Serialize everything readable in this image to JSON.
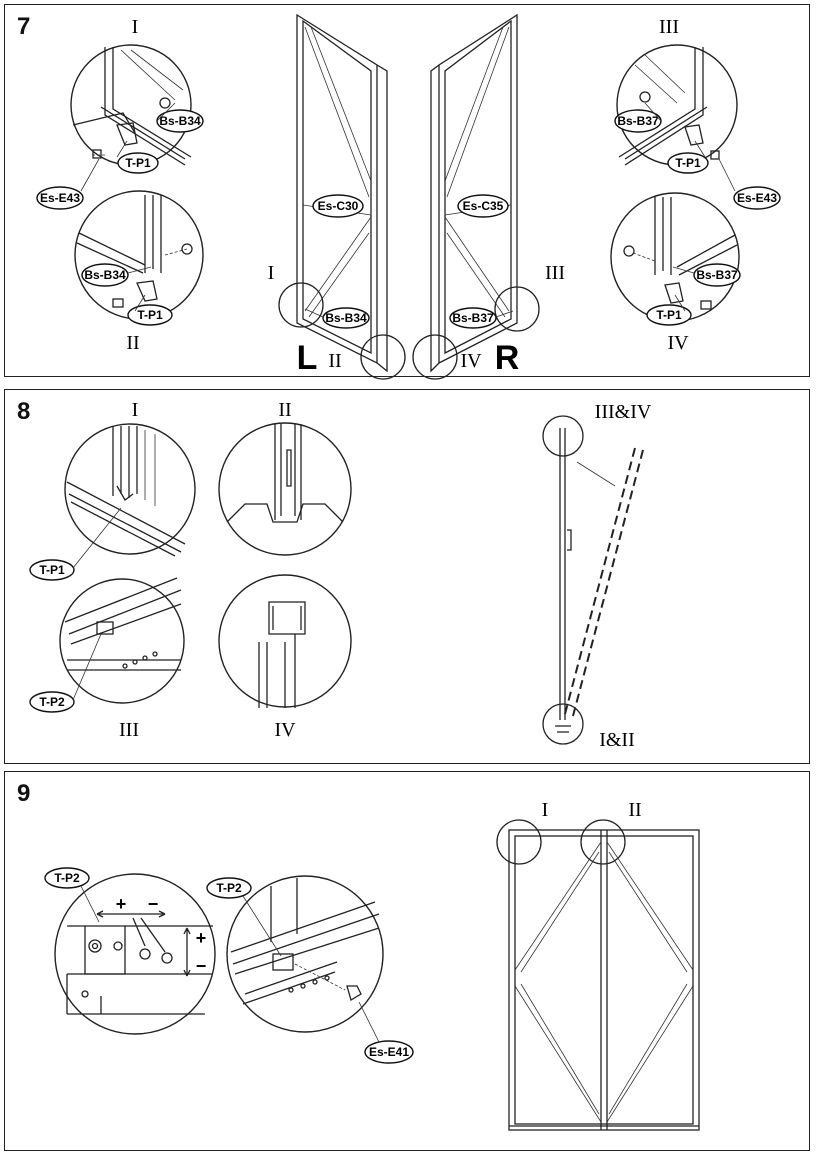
{
  "steps": {
    "s7": {
      "number": "7",
      "roman": {
        "i": "I",
        "ii": "II",
        "iii": "III",
        "iv": "IV"
      },
      "labels": {
        "bs_b34": "Bs-B34",
        "t_p1": "T-P1",
        "es_e43": "Es-E43",
        "bs_b37": "Bs-B37",
        "es_c30": "Es-C30",
        "es_c35": "Es-C35"
      },
      "left": "L",
      "right": "R"
    },
    "s8": {
      "number": "8",
      "roman": {
        "i": "I",
        "ii": "II",
        "iii": "III",
        "iv": "IV",
        "iii_iv": "III&IV",
        "i_ii": "I&II"
      },
      "labels": {
        "t_p1": "T-P1",
        "t_p2": "T-P2"
      }
    },
    "s9": {
      "number": "9",
      "roman": {
        "i": "I",
        "ii": "II"
      },
      "labels": {
        "t_p2": "T-P2",
        "es_e41": "Es-E41"
      },
      "plus": "+",
      "minus": "−"
    }
  },
  "colors": {
    "line": "#222222",
    "background": "#ffffff"
  }
}
